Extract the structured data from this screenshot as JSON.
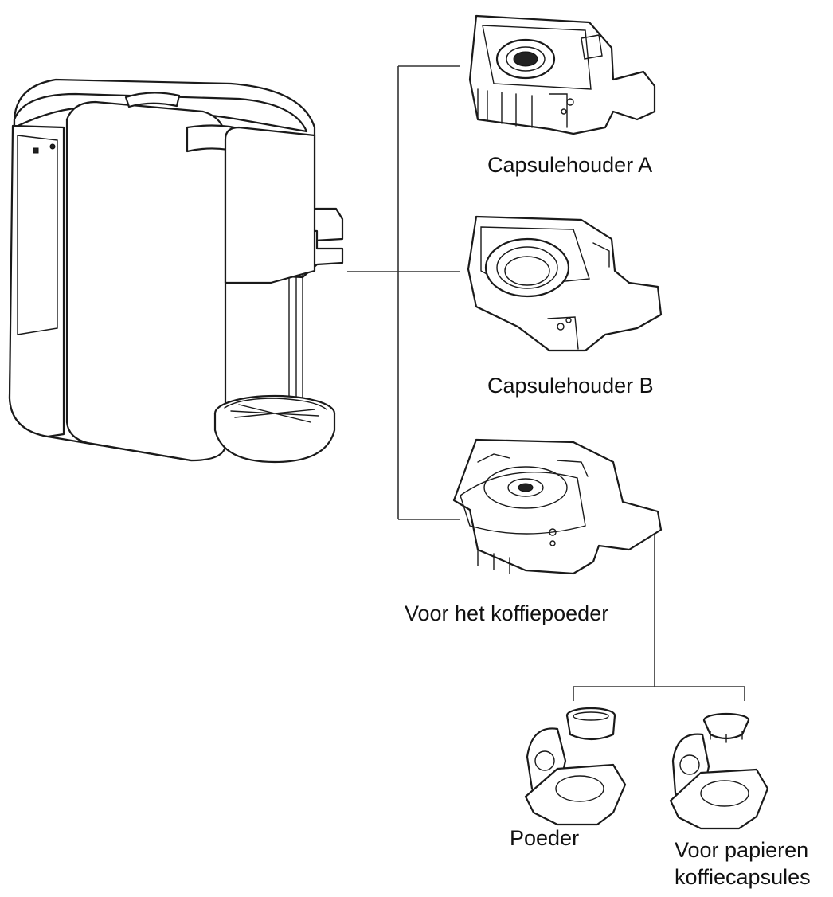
{
  "labels": {
    "holder_a": "Capsulehouder A",
    "holder_b": "Capsulehouder B",
    "holder_powder": "Voor het koffiepoeder",
    "powder": "Poeder",
    "paper_line1": "Voor papieren",
    "paper_line2": "koffiecapsules"
  }
}
